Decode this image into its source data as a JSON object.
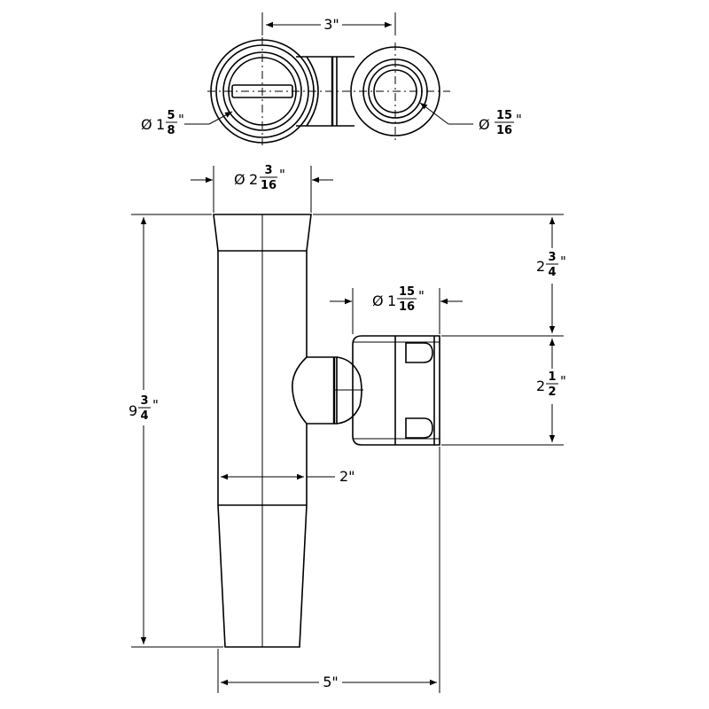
{
  "dimensions": {
    "top_spacing": {
      "value": "3\""
    },
    "top_left_dia": {
      "symbol": "Ø",
      "whole": "1",
      "num": "5",
      "den": "8",
      "unit": "\""
    },
    "top_right_dia": {
      "symbol": "Ø",
      "num": "15",
      "den": "16",
      "unit": "\""
    },
    "tube_top_dia": {
      "symbol": "Ø",
      "whole": "2",
      "num": "3",
      "den": "16",
      "unit": "\""
    },
    "mount_dia": {
      "symbol": "Ø",
      "whole": "1",
      "num": "15",
      "den": "16",
      "unit": "\""
    },
    "overall_height": {
      "whole": "9",
      "num": "3",
      "den": "4"
    },
    "upper_offset": {
      "whole": "2",
      "num": "3",
      "den": "4",
      "unit": "\""
    },
    "mount_height": {
      "whole": "2",
      "num": "1",
      "den": "2",
      "unit": "\""
    },
    "tube_width": {
      "value": "2\""
    },
    "overall_width": {
      "value": "5\""
    }
  }
}
